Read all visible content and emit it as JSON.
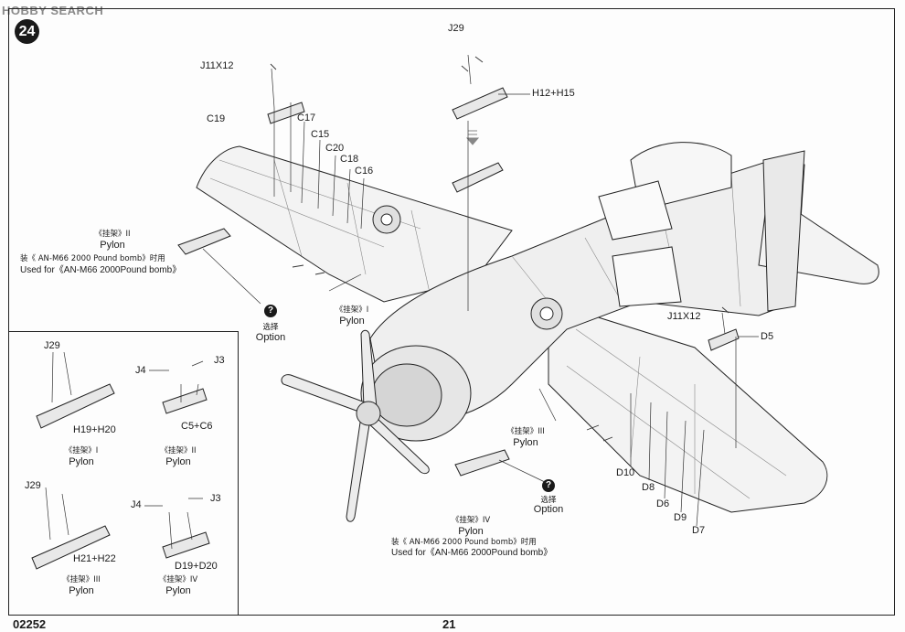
{
  "watermark": "HOBBY SEARCH",
  "step_number": "24",
  "page_number": "21",
  "catalog_number": "02252",
  "callouts": {
    "j11x12_top": "J11X12",
    "c19": "C19",
    "c17": "C17",
    "c15": "C15",
    "c20": "C20",
    "c18": "C18",
    "c16": "C16",
    "j29_top": "J29",
    "h12_h15": "H12+H15",
    "j11x12_right": "J11X12",
    "d5": "D5",
    "d10": "D10",
    "d8": "D8",
    "d6": "D6",
    "d9": "D9",
    "d7": "D7"
  },
  "pylons": {
    "pylon2_zh": "《挂架》II",
    "pylon2_en": "Pylon",
    "note_zh": "装《 AN-M66 2000 Pound bomb》时用",
    "note_en": "Used for《AN-M66 2000Pound bomb》",
    "pylon1_zh": "《挂架》I",
    "pylon1_en": "Pylon",
    "pylon3_zh": "《挂架》III",
    "pylon3_en": "Pylon",
    "pylon4_zh": "《挂架》IV",
    "pylon4_en": "Pylon",
    "note2_zh": "装《 AN-M66 2000 Pound bomb》时用",
    "note2_en": "Used for《AN-M66 2000Pound bomb》"
  },
  "options": {
    "opt1_symbol": "?",
    "opt1_zh": "选择",
    "opt1_en": "Option",
    "opt2_symbol": "?",
    "opt2_zh": "选择",
    "opt2_en": "Option"
  },
  "inset": {
    "a_j29": "J29",
    "a_parts": "H19+H20",
    "a_zh": "《挂架》I",
    "a_en": "Pylon",
    "b_j4": "J4",
    "b_j3": "J3",
    "b_parts": "C5+C6",
    "b_zh": "《挂架》II",
    "b_en": "Pylon",
    "c_j29": "J29",
    "c_parts": "H21+H22",
    "c_zh": "《挂架》III",
    "c_en": "Pylon",
    "d_j4": "J4",
    "d_j3": "J3",
    "d_parts": "D19+D20",
    "d_zh": "《挂架》IV",
    "d_en": "Pylon"
  }
}
